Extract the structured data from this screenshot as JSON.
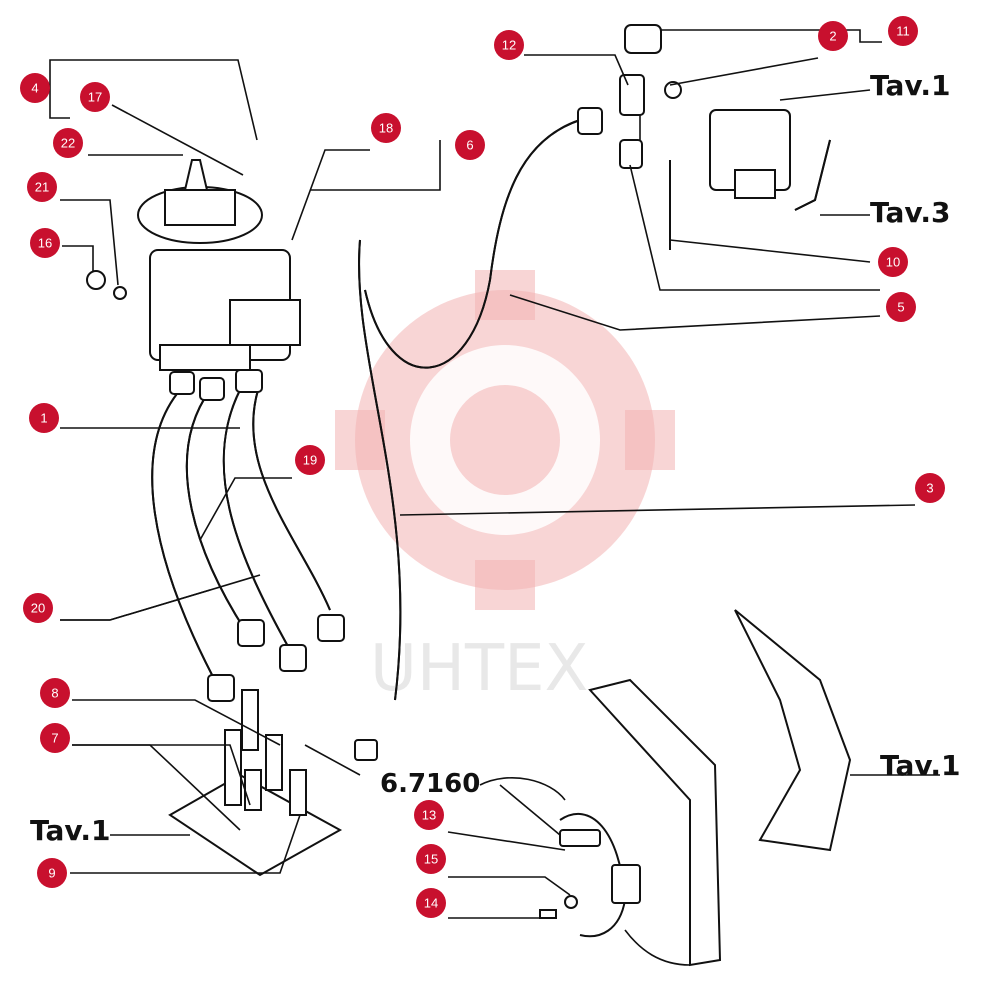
{
  "watermark": {
    "text": "UHTEX",
    "color": "#e34040"
  },
  "accent_color": "#c8102e",
  "references": {
    "tav1_top": "Tav.1",
    "tav3": "Tav.3",
    "tav1_right": "Tav.1",
    "tav1_left": "Tav.1",
    "part_code": "6.7160"
  },
  "callouts": [
    {
      "id": "c4",
      "label": "4"
    },
    {
      "id": "c17",
      "label": "17"
    },
    {
      "id": "c22",
      "label": "22"
    },
    {
      "id": "c21",
      "label": "21"
    },
    {
      "id": "c16",
      "label": "16"
    },
    {
      "id": "c18",
      "label": "18"
    },
    {
      "id": "c6",
      "label": "6"
    },
    {
      "id": "c12",
      "label": "12"
    },
    {
      "id": "c2",
      "label": "2"
    },
    {
      "id": "c11",
      "label": "11"
    },
    {
      "id": "c10",
      "label": "10"
    },
    {
      "id": "c5",
      "label": "5"
    },
    {
      "id": "c1",
      "label": "1"
    },
    {
      "id": "c19",
      "label": "19"
    },
    {
      "id": "c3",
      "label": "3"
    },
    {
      "id": "c20",
      "label": "20"
    },
    {
      "id": "c8",
      "label": "8"
    },
    {
      "id": "c7",
      "label": "7"
    },
    {
      "id": "c9",
      "label": "9"
    },
    {
      "id": "c13",
      "label": "13"
    },
    {
      "id": "c15",
      "label": "15"
    },
    {
      "id": "c14",
      "label": "14"
    }
  ]
}
